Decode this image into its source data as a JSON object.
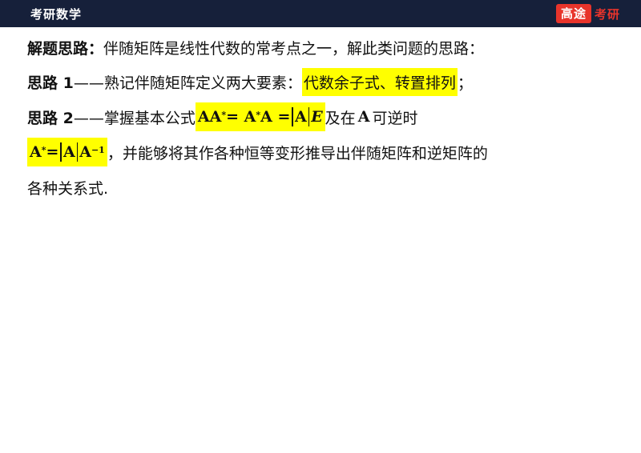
{
  "header": {
    "title": "考研数学",
    "logo_box": "高途",
    "logo_text": "考研"
  },
  "content": {
    "line1_label": "解题思路：",
    "line1_text": "伴随矩阵是线性代数的常考点之一，解此类问题的思路：",
    "line2_label": "思路 1",
    "line2_text": "——熟记伴随矩阵定义两大要素：",
    "line2_highlight": "代数余子式、转置排列",
    "line2_end": "；",
    "line3_label": "思路 2",
    "line3_text": "——掌握基本公式",
    "formula1": {
      "p1": "AA",
      "sup1": "*",
      "eq1": " = A",
      "sup2": "*",
      "p2": "A = ",
      "abs": "A",
      "e": "E"
    },
    "line3_after": "及在",
    "line3_A": "A",
    "line3_end": "可逆时",
    "formula2": {
      "a": "A",
      "sup": "*",
      "eq": " =",
      "abs": "A",
      "a2": "A",
      "sup2": "−1"
    },
    "line4_text": "，并能够将其作各种恒等变形推导出伴随矩阵和逆矩阵的",
    "line5_text": "各种关系式."
  }
}
